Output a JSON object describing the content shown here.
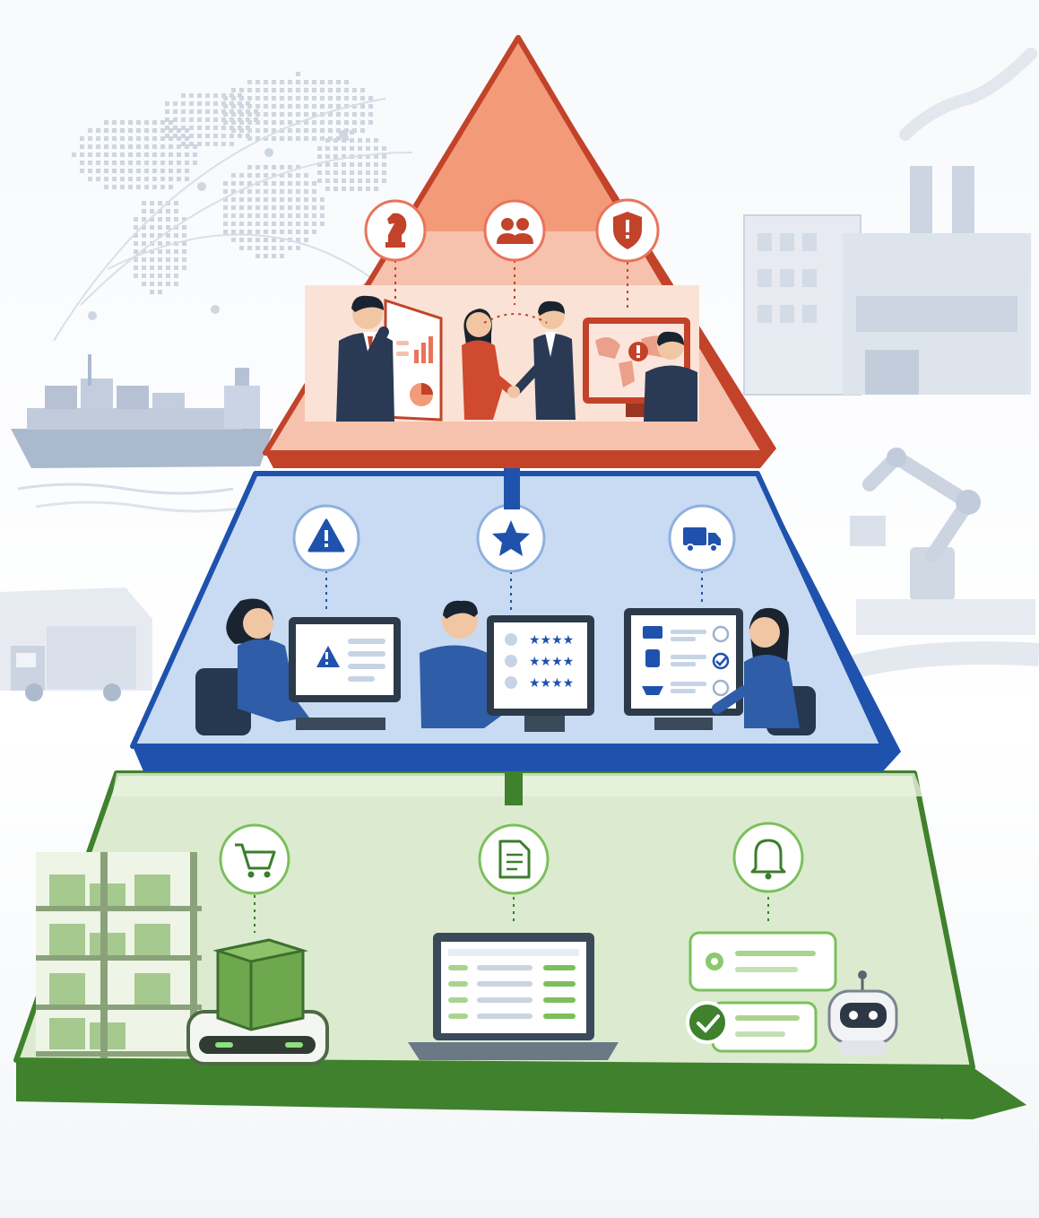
{
  "background": {
    "map_color": "#c7d0dc",
    "scene_color": "#b9c5d6"
  },
  "layers": [
    {
      "id": "strategic",
      "colors": {
        "fill": "#f39a78",
        "band": "#f7c2ad",
        "dark": "#c2432a",
        "icon": "#c2432a"
      },
      "icons": [
        "chess-knight-icon",
        "people-icon",
        "shield-alert-icon"
      ],
      "scene": [
        "analyst-with-charts",
        "handshake",
        "risk-map-monitor"
      ]
    },
    {
      "id": "tactical",
      "colors": {
        "fill": "#c8dbf3",
        "dark": "#1f52ad",
        "icon": "#1f52ad"
      },
      "icons": [
        "warning-icon",
        "star-icon",
        "truck-icon"
      ],
      "scene": [
        "risk-alert-workstation",
        "supplier-rating-workstation",
        "transport-mode-workstation"
      ]
    },
    {
      "id": "operational",
      "colors": {
        "fill": "#dceccf",
        "dark": "#3c7d2c",
        "icon": "#3c7d2c"
      },
      "icons": [
        "cart-icon",
        "document-icon",
        "bell-icon"
      ],
      "scene": [
        "warehouse-robot",
        "laptop-records",
        "chatbot-notifications"
      ]
    }
  ]
}
